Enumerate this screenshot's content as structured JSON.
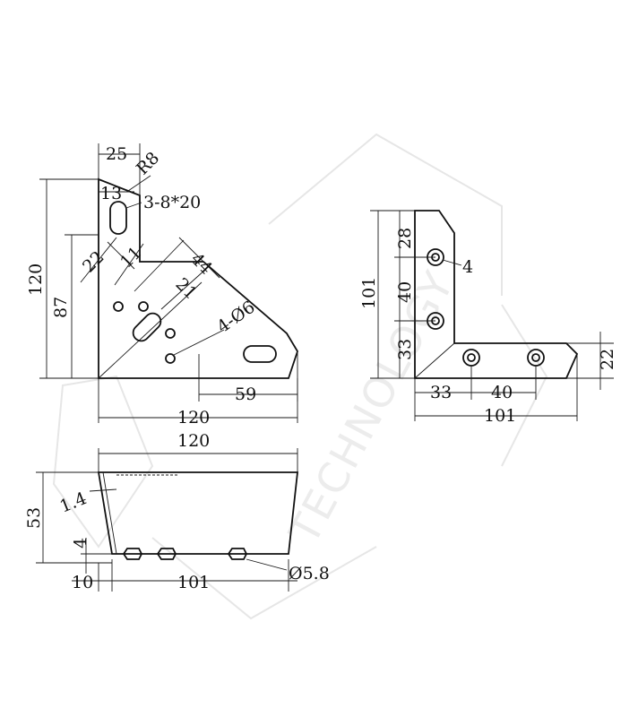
{
  "watermark": {
    "text": "TECHNOLOGY"
  },
  "top_view": {
    "dim_top_width": "25",
    "dim_radius": "R8",
    "dim_slot_offset": "13",
    "slot_callout": "3-8*20",
    "dim_22": "22",
    "dim_11": "11",
    "dim_44": "44",
    "dim_21": "21",
    "hole_callout": "4-Ø6",
    "dim_height_total": "120",
    "dim_height_87": "87",
    "dim_59": "59",
    "dim_width_total": "120"
  },
  "side_view": {
    "dim_28": "28",
    "hole_label": "4",
    "dim_40_vertical": "40",
    "dim_33_vertical": "33",
    "dim_height_101": "101",
    "dim_22": "22",
    "dim_33_horizontal": "33",
    "dim_40_horizontal": "40",
    "dim_width_101": "101"
  },
  "front_view": {
    "dim_width_120": "120",
    "dim_thickness": "1.4",
    "dim_height_53": "53",
    "dim_4": "4",
    "dim_10": "10",
    "dim_101": "101",
    "hole_callout": "Ø5.8"
  }
}
